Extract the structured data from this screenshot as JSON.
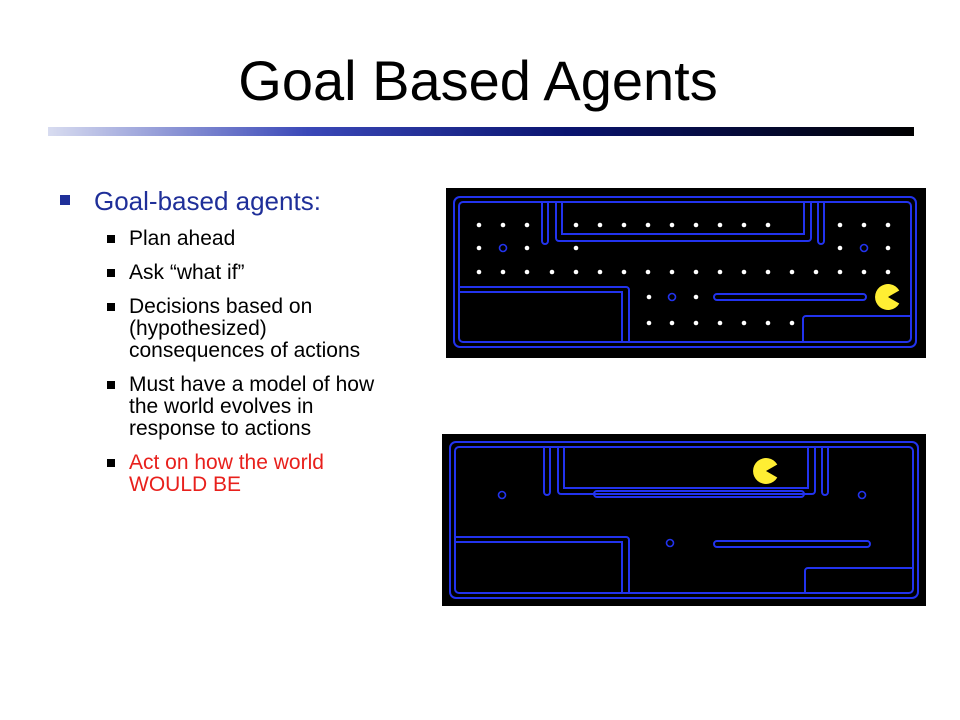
{
  "slide": {
    "title": "Goal Based Agents",
    "bullets": {
      "main": "Goal-based agents:",
      "sub": [
        "Plan ahead",
        "Ask “what if”",
        "Decisions based on (hypothesized) consequences of actions",
        "Must have a model of how the world evolves in response to actions"
      ],
      "highlight": "Act on how the world WOULD BE"
    }
  },
  "colors": {
    "title": "#000000",
    "bullet_main": "#1f2f99",
    "highlight": "#e8201c",
    "maze_wall": "#2233ee",
    "maze_bg": "#000000",
    "pacman": "#ffee33",
    "pellet": "#ffffff"
  }
}
